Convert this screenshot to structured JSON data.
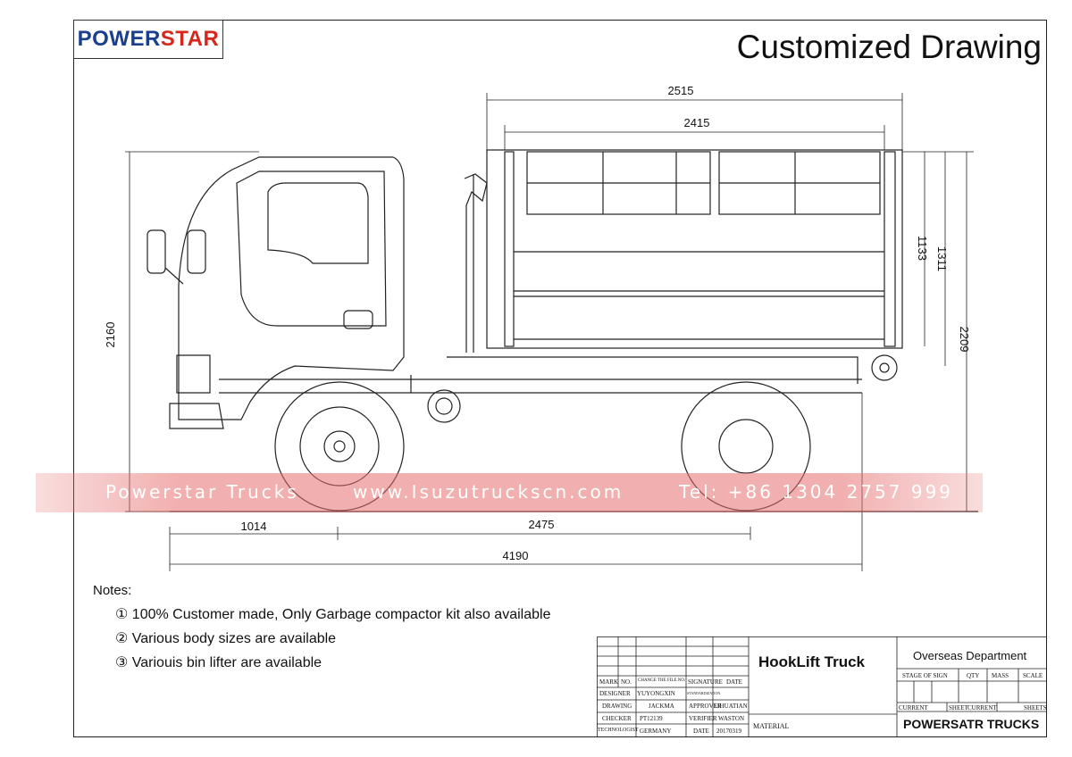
{
  "logo": {
    "part1": "POWER",
    "part2": "STAR"
  },
  "title": "Customized Drawing",
  "dimensions": {
    "d2515": "2515",
    "d2415": "2415",
    "d2160": "2160",
    "d1133": "1133",
    "d1311": "1311",
    "d2209": "2209",
    "d1014": "1014",
    "d2475": "2475",
    "d4190": "4190"
  },
  "watermark": {
    "brand": "Powerstar Trucks",
    "site": "www.Isuzutruckscn.com",
    "tel": "Tel: +86 1304 2757 999"
  },
  "notes": {
    "heading": "Notes:",
    "items": [
      "① 100% Customer made, Only Garbage compactor kit also available",
      "②  Various body sizes are available",
      "③  Variouis bin lifter are available"
    ]
  },
  "title_block": {
    "product": "HookLift Truck",
    "department": "Overseas Department",
    "headers": {
      "mark": "MARK",
      "no": "NO.",
      "change": "CHANGE THE FILE NO.",
      "signature": "SIGNATURE",
      "date": "DATE"
    },
    "rows": {
      "designer_label": "DESIGNER",
      "designer": "YUYONGXIN",
      "standard": "STANDARDIZATION",
      "drawing_label": "DRAWING",
      "drawing": "JACKMA",
      "approver_label": "APPROVER",
      "approver": "LIHUATIAN",
      "checker_label": "CHECKER",
      "checker": "PT12139",
      "verifier_label": "VERIFIER",
      "verifier": "WASTON",
      "tech_label": "TECHNOLOGIST",
      "tech": "GERMANY",
      "date_label": "DATE",
      "date": "20170319"
    },
    "material": "MATERIAL",
    "stage": {
      "stage_of_sign": "STAGE OF SIGN",
      "qty": "QTY",
      "mass": "MASS",
      "scale": "SCALE"
    },
    "sheet": {
      "current": "CURRENT",
      "sheet": "SHEET",
      "current2": "CURRENT",
      "sheets": "SHEETS"
    },
    "company": "POWERSATR TRUCKS"
  }
}
